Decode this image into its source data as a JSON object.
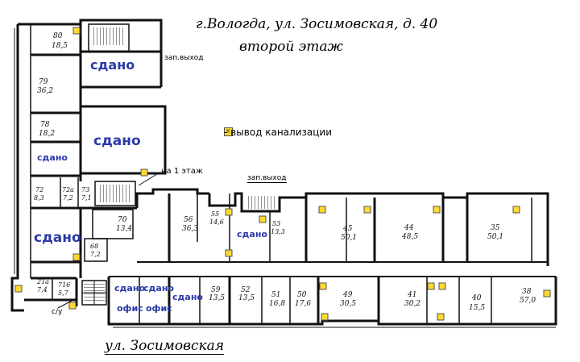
{
  "header": {
    "address": "г.Вологда, ул. Зосимовская, д. 40",
    "floor": "второй этаж"
  },
  "street_label": "ул. Зосимовская",
  "legend": {
    "marker_letter": "К",
    "text": "- вывод канализации"
  },
  "labels": {
    "exit_top": "зап.выход",
    "exit_mid": "зап.выход",
    "stairs_down": "на 1 этаж",
    "wc": "с/у"
  },
  "colors": {
    "wall": "#111111",
    "rented": "#2b3aa8",
    "marker_fill": "#ffd92e"
  },
  "rented_text": "сдано",
  "office_text": "офис",
  "rooms": [
    {
      "num": "80",
      "area": "18,5"
    },
    {
      "num": "79",
      "area": "36,2"
    },
    {
      "num": "78",
      "area": "18,2"
    },
    {
      "num": "72",
      "area": "8,3"
    },
    {
      "num": "72а",
      "area": "7,2"
    },
    {
      "num": "73",
      "area": "7,1"
    },
    {
      "num": "70",
      "area": "13,4"
    },
    {
      "num": "68",
      "area": "7,2"
    },
    {
      "num": "21а",
      "area": "7,4"
    },
    {
      "num": "716",
      "area": "5,7"
    },
    {
      "num": "56",
      "area": "36,3"
    },
    {
      "num": "55",
      "area": "14,6"
    },
    {
      "num": "53",
      "area": "13,3"
    },
    {
      "num": "45",
      "area": "50,1"
    },
    {
      "num": "44",
      "area": "48,5"
    },
    {
      "num": "35",
      "area": "50,1"
    },
    {
      "num": "59",
      "area": "13,5"
    },
    {
      "num": "52",
      "area": "13,5"
    },
    {
      "num": "51",
      "area": "16,8"
    },
    {
      "num": "50",
      "area": "17,6"
    },
    {
      "num": "49",
      "area": "30,5"
    },
    {
      "num": "41",
      "area": "30,2"
    },
    {
      "num": "40",
      "area": "15,5"
    },
    {
      "num": "38",
      "area": "57,0"
    }
  ]
}
